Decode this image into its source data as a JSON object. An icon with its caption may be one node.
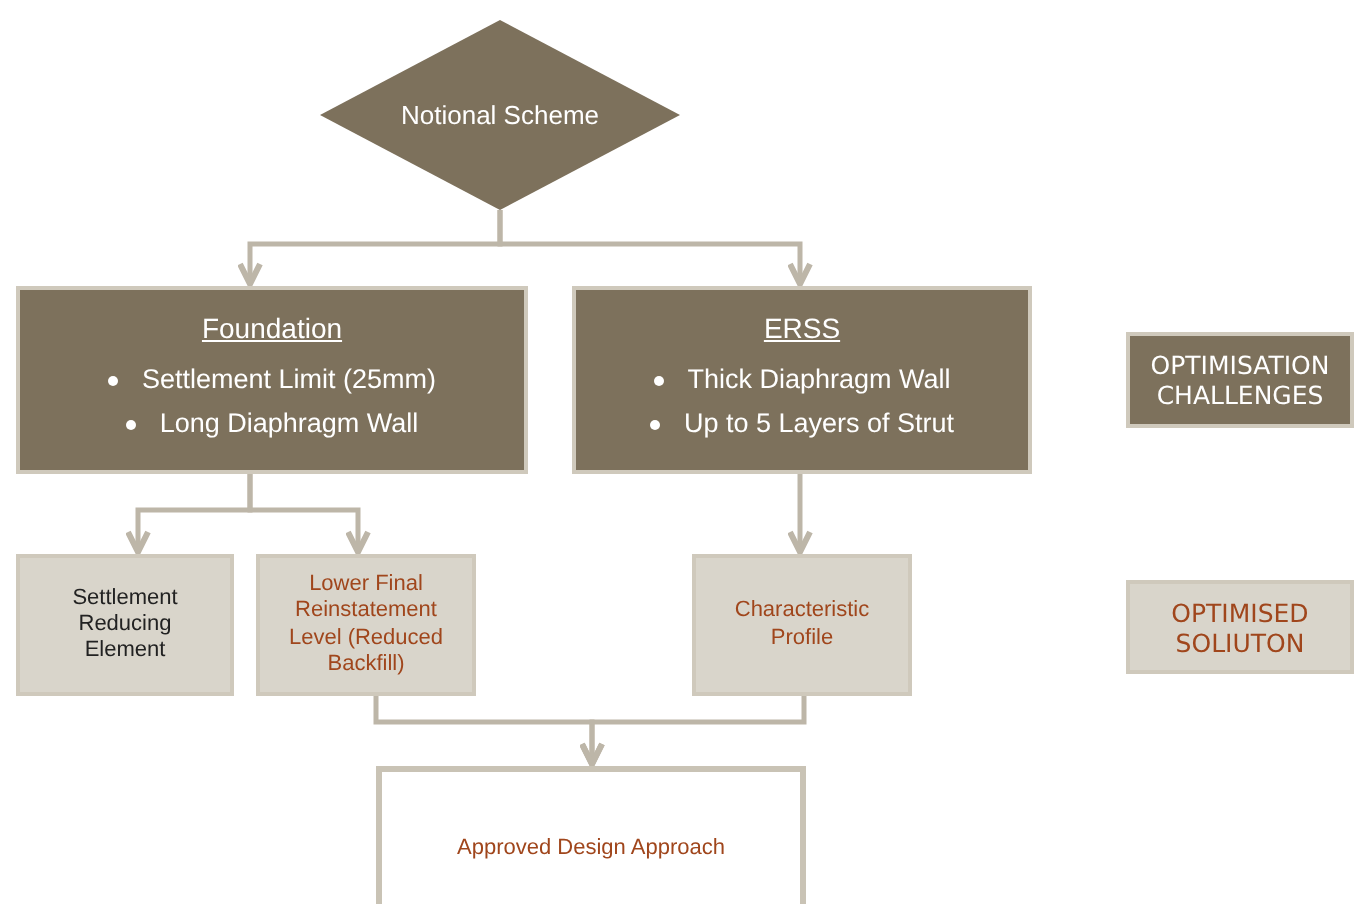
{
  "diagram": {
    "nodes": [
      {
        "text": [
          "Notional Scheme"
        ]
      },
      {
        "text": [
          "Foundation",
          "Settlement Limit (25mm)",
          "Long Diaphragm Wall"
        ]
      },
      {
        "text": [
          "ERSS",
          "Thick Diaphragm Wall",
          "Up to 5 Layers of Strut"
        ]
      },
      {
        "text": [
          "OPTIMISATION CHALLENGES"
        ]
      },
      {
        "text": [
          "Settlement Reducing Element"
        ]
      },
      {
        "text": [
          "Lower Final Reinstatement Level (Reduced Backfill)"
        ]
      },
      {
        "text": [
          "Characteristic Profile"
        ]
      },
      {
        "text": [
          "OPTIMISED SOLIUTON"
        ]
      },
      {
        "text": [
          "Approved Design Approach"
        ]
      }
    ],
    "edges": [
      {
        "from": 0,
        "to": 1,
        "arrow": "to"
      },
      {
        "from": 0,
        "to": 2,
        "arrow": "to"
      },
      {
        "from": 1,
        "to": 4,
        "arrow": "to"
      },
      {
        "from": 1,
        "to": 5,
        "arrow": "to"
      },
      {
        "from": 2,
        "to": 6,
        "arrow": "to"
      },
      {
        "from": 5,
        "to": 8,
        "arrow": "to"
      },
      {
        "from": 6,
        "to": 8,
        "arrow": "to"
      }
    ]
  }
}
